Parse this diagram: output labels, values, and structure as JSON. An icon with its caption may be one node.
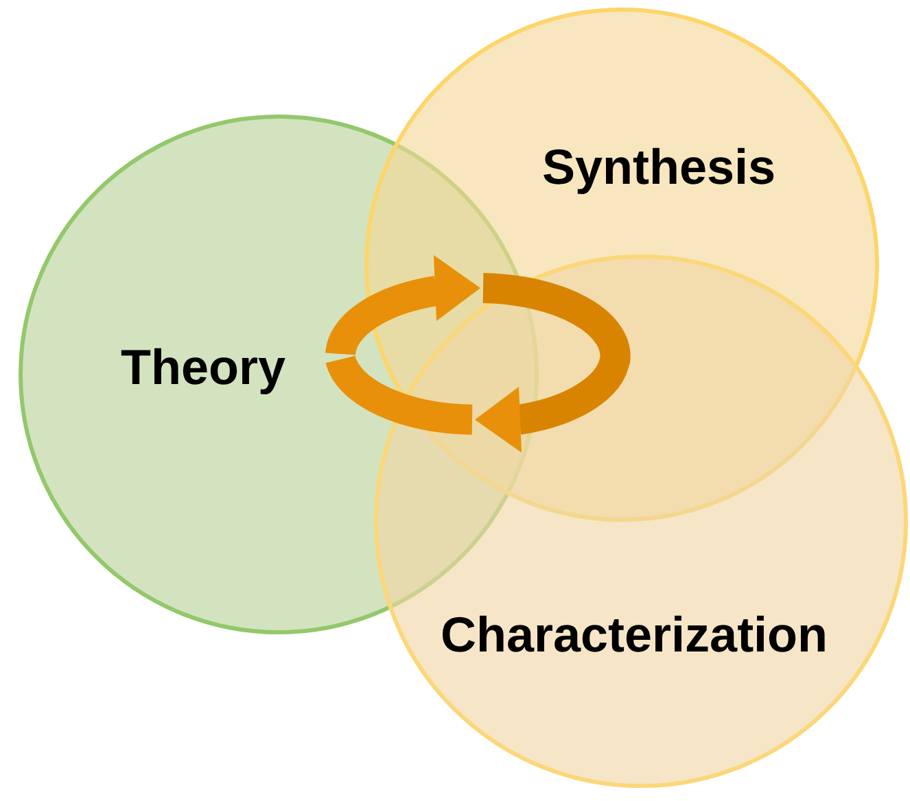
{
  "diagram": {
    "nodes": [
      {
        "text": [
          "Theory"
        ]
      },
      {
        "text": [
          "Synthesis"
        ]
      },
      {
        "text": [
          "Characterization"
        ]
      }
    ]
  }
}
